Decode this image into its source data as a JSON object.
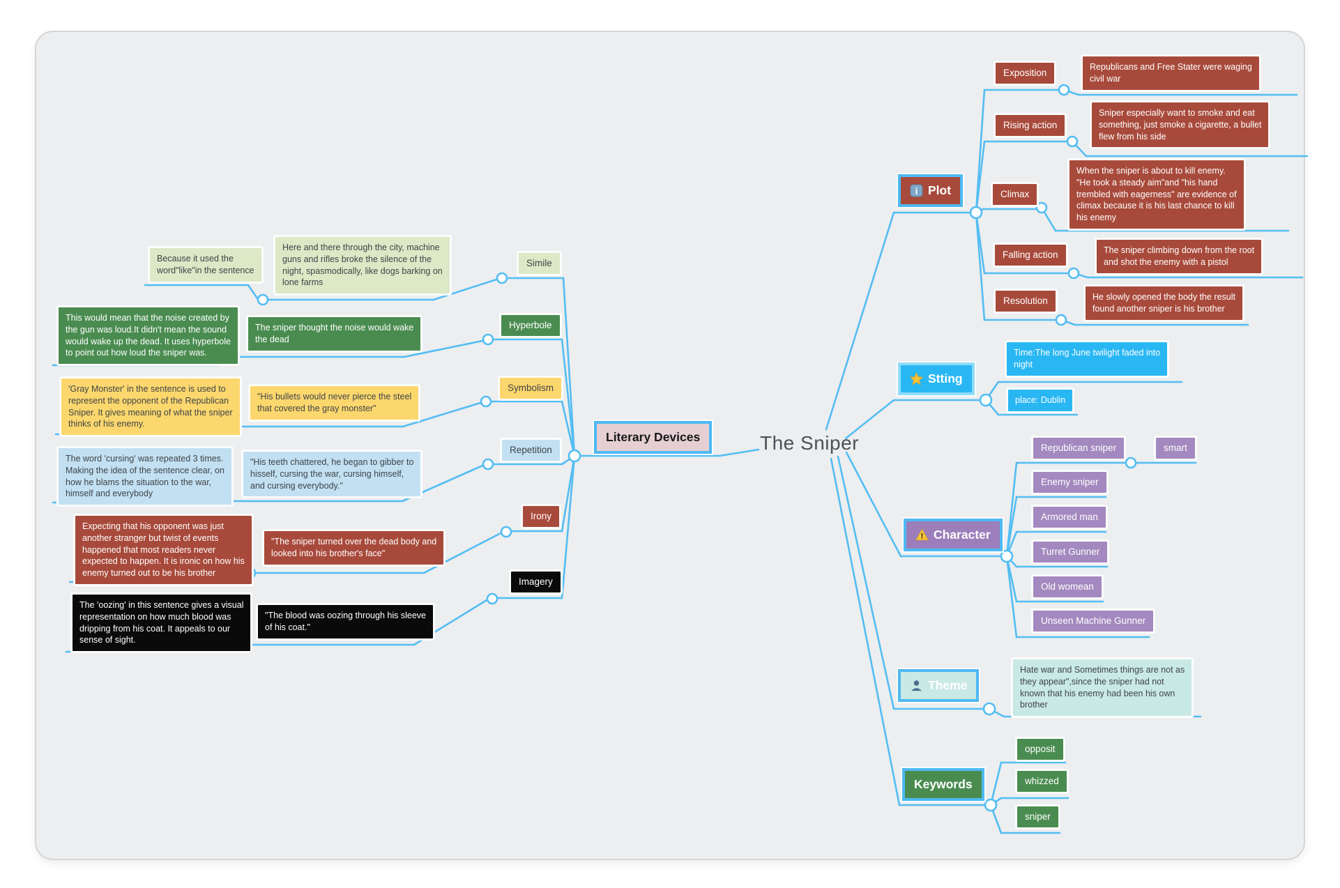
{
  "canvas": {
    "root_title": "The Sniper"
  },
  "literary": {
    "label": "Literary Devices",
    "rows": [
      {
        "label": "Simile",
        "quote": "Here and there through the city, machine\nguns and rifles broke the silence of the\nnight, spasmodically, like dogs barking on\nlone farms",
        "explanation": "Because it used the\nword\"like\"in the sentence"
      },
      {
        "label": "Hyperbole",
        "quote": "The sniper thought the noise would wake\nthe dead",
        "explanation": "This would mean that the noise created by\nthe gun was loud.It didn't mean the sound\nwould wake up the dead. It uses hyperbole\nto point out how loud the sniper was."
      },
      {
        "label": "Symbolism",
        "quote": "\"His bullets would never pierce the steel\nthat covered the gray monster\"",
        "explanation": "'Gray Monster' in the sentence is used to\nrepresent the opponent of the Republican\nSniper. It gives meaning of what the sniper\nthinks of his enemy."
      },
      {
        "label": "Repetition",
        "quote": "\"His teeth chattered, he began to gibber to\nhisself, cursing the war, cursing himself,\nand cursing everybody.\"",
        "explanation": "The word 'cursing' was repeated 3 times.\nMaking the idea of the sentence clear, on\nhow he blams the situation to the war,\nhimself and everybody"
      },
      {
        "label": "Irony",
        "quote": "\"The sniper turned over the dead body and\nlooked into his brother's face\"",
        "explanation": "Expecting that his opponent was just\nanother stranger but twist of events\nhappened that most readers never\nexpected to happen. It is ironic on how his\nenemy turned out to be his brother"
      },
      {
        "label": "Imagery",
        "quote": "\"The blood was oozing through his sleeve\nof his coat.\"",
        "explanation": "The 'oozing' in this sentence gives a visual\nrepresentation on how much blood was\ndripping from his coat. It appeals to our\nsense of sight."
      }
    ]
  },
  "plot": {
    "label": "Plot",
    "icon": "info-icon",
    "stages": [
      {
        "label": "Exposition",
        "detail": "Republicans and Free Stater were waging\ncivil war"
      },
      {
        "label": "Rising action",
        "detail": "Sniper especially want to smoke and eat\nsomething, just smoke a cigarette, a bullet\nflew from his side"
      },
      {
        "label": "Climax",
        "detail": "When the sniper is about to kill enemy.\n\"He took a steady aim\"and \"his hand\ntrembled with eagerness\" are evidence of\nclimax because it is his last chance to kill\nhis enemy"
      },
      {
        "label": "Falling action",
        "detail": "The sniper climbing down from the root\nand shot the enemy with a pistol"
      },
      {
        "label": "Resolution",
        "detail": "He slowly opened the body the result\nfound another sniper is his brother"
      }
    ]
  },
  "setting": {
    "label": "Stting",
    "icon": "star-icon",
    "time": "Time:The long June twilight faded into\nnight",
    "place": "place: Dublin"
  },
  "character": {
    "label": "Character",
    "icon": "warning-icon",
    "members": [
      "Republican sniper",
      "Enemy sniper",
      "Armored man",
      "Turret Gunner",
      "Old womean",
      "Unseen Machine Gunner"
    ],
    "republican_trait": "smart"
  },
  "theme": {
    "label": "Theme",
    "icon": "person-icon",
    "detail": "Hate war and Sometimes things are not as\nthey appear\",since the sniper had not\nknown that his enemy had been his own\nbrother"
  },
  "keywords": {
    "label": "Keywords",
    "items": [
      "opposit",
      "whizzed",
      "sniper"
    ]
  },
  "colors": {
    "connector": "#53bdf3",
    "node_border": "#4db9f2",
    "red": "#a84a3b",
    "green": "#4a8c50",
    "sage": "#dce8c6",
    "yellow": "#fcd76d",
    "light_blue": "#c2e0f2",
    "black": "#0a0a0a",
    "purple": "#9b7eba",
    "purple_light": "#a389bf",
    "blue": "#29b7f3",
    "teal": "#c9e9e4",
    "pink": "#e6cfd3"
  }
}
